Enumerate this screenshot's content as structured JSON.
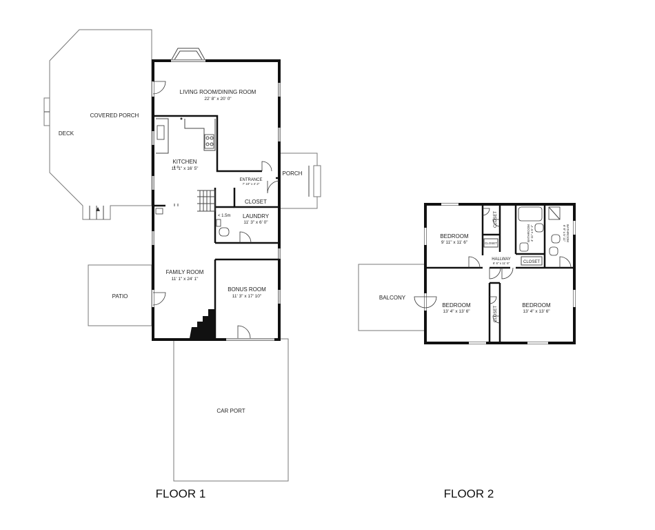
{
  "floor1": {
    "title": "FLOOR 1",
    "rooms": {
      "living": {
        "name": "LIVING ROOM/DINING ROOM",
        "dims": "22' 8\" x 20' 0\""
      },
      "covered_porch": {
        "name": "COVERED PORCH"
      },
      "deck": {
        "name": "DECK"
      },
      "kitchen": {
        "name": "KITCHEN",
        "dims": "11' 1\" x 16' 5\""
      },
      "entrance": {
        "name": "ENTRANCE",
        "dims": "7' 10\" x 4' 2\""
      },
      "porch": {
        "name": "PORCH"
      },
      "closet": {
        "name": "CLOSET"
      },
      "laundry": {
        "name": "LAUNDRY",
        "dims": "11' 3\" x 6' 0\""
      },
      "height_note": "< 1.5m",
      "family": {
        "name": "FAMILY ROOM",
        "dims": "11' 1\" x 24' 1\""
      },
      "patio": {
        "name": "PATIO"
      },
      "bonus": {
        "name": "BONUS ROOM",
        "dims": "11' 3\" x 17' 10\""
      },
      "carport": {
        "name": "CAR PORT"
      }
    }
  },
  "floor2": {
    "title": "FLOOR 2",
    "rooms": {
      "bedroom_nw": {
        "name": "BEDROOM",
        "dims": "9' 11\" x 11' 6\""
      },
      "closet_a": {
        "name": "CLOSET"
      },
      "closet_b": {
        "name": "CLOSET"
      },
      "bathroom_a": {
        "name": "BATHROOM",
        "dims": "4' 11\" x 5' 1\""
      },
      "bathroom_b": {
        "name": "BATHROOM",
        "dims": "6' 8\" x 5' 11\""
      },
      "hallway": {
        "name": "HALLWAY",
        "dims": "6' 6\" x 11' 6\""
      },
      "closet_c": {
        "name": "CLOSET"
      },
      "balcony": {
        "name": "BALCONY"
      },
      "bedroom_sw": {
        "name": "BEDROOM",
        "dims": "13' 4\" x 13' 6\""
      },
      "closet_d": {
        "name": "CLOSET"
      },
      "bedroom_se": {
        "name": "BEDROOM",
        "dims": "13' 4\" x 13' 6\""
      }
    }
  }
}
